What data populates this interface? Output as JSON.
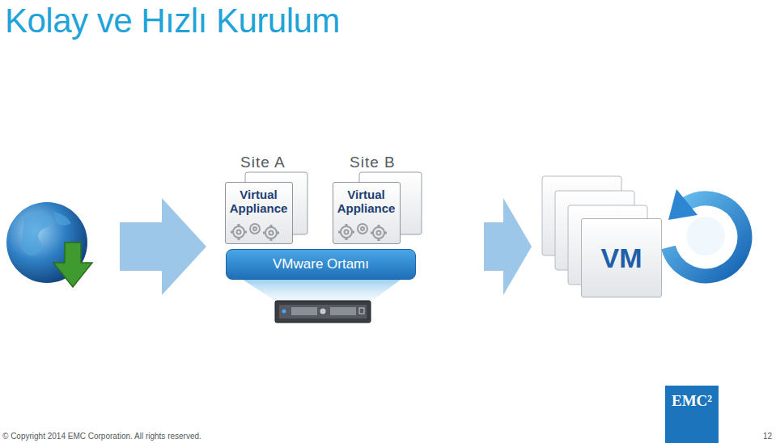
{
  "diagram": {
    "title": "Kolay ve Hızlı Kurulum",
    "nodes": [
      {
        "text": [
          "Virtual Appliance"
        ]
      },
      {
        "text": [
          "Virtual Appliance"
        ]
      },
      {
        "text": [
          "VMware Ortamı"
        ]
      },
      {
        "text": [
          "VM"
        ]
      },
      {
        "text": [
          "EMC²"
        ]
      }
    ],
    "labels": [
      "Site A",
      "Site B",
      "© Copyright 2014 EMC Corporation. All rights reserved.",
      "12"
    ]
  }
}
